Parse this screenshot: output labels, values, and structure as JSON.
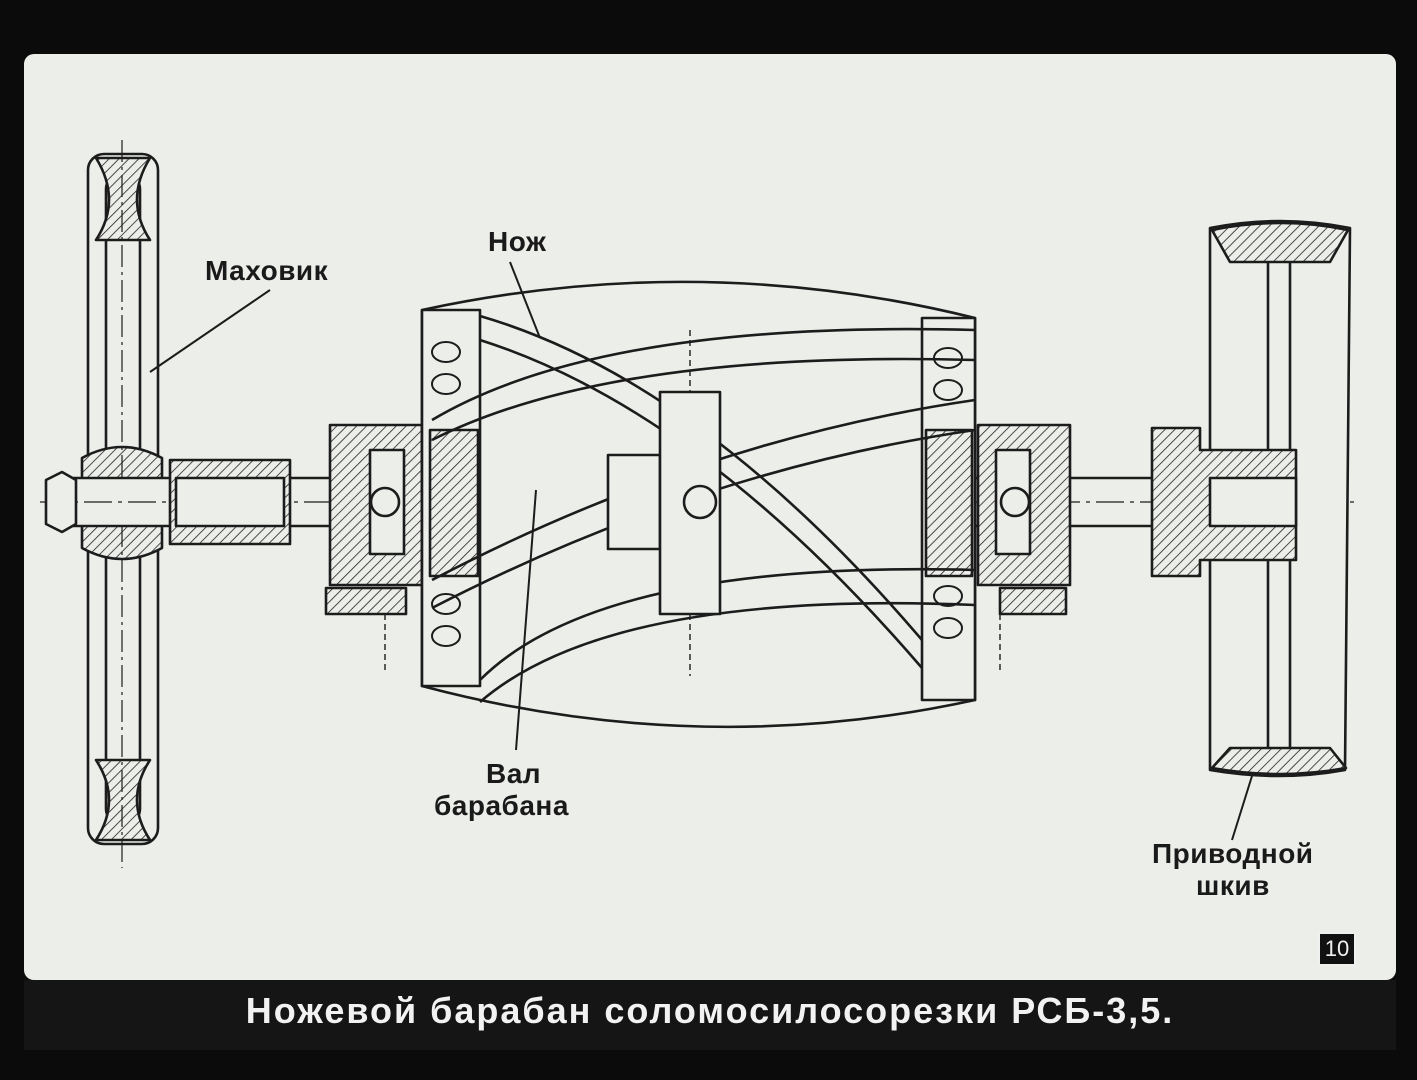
{
  "labels": {
    "flywheel": "Маховик",
    "knife": "Нож",
    "shaft_line1": "Вал",
    "shaft_line2": "барабана",
    "pulley_line1": "Приводной",
    "pulley_line2": "шкив"
  },
  "frame_number": "10",
  "caption": "Ножевой барабан соломосилосорезки РСБ-3,5."
}
